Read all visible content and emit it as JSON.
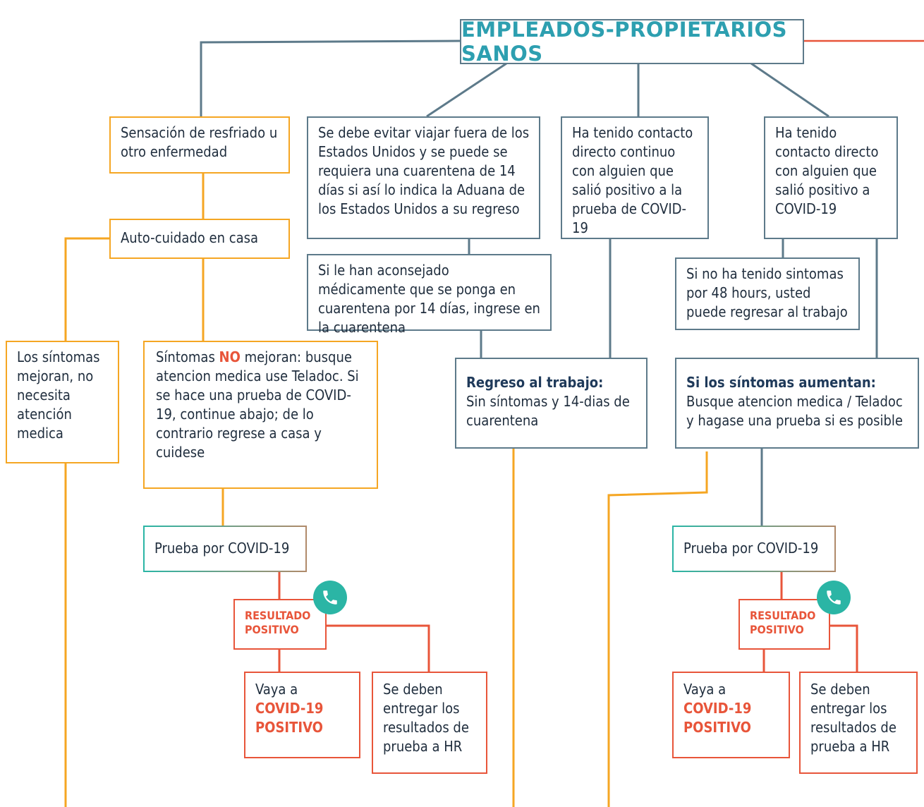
{
  "title": "EMPLEADOS-PROPIETARIOS SANOS",
  "nodes": {
    "resfriado": "Sensación de resfriado u otro enfermedad",
    "autocuidado": "Auto-cuidado en casa",
    "mejoran": "Los síntomas mejoran, no necesita atención medica",
    "no_mejoran_pre": "Síntomas ",
    "no_mejoran_no": "NO",
    "no_mejoran_post": " mejoran: busque atencion medica use Teladoc. Si se hace una prueba de COVID-19, continue abajo; de lo contrario regrese a casa y cuidese",
    "viajar": "Se debe evitar viajar fuera de los Estados Unidos y se puede se requiera una cuarentena de 14 días si así lo indica la Aduana de los Estados Unidos a su regreso",
    "aconsejado": "Si le han aconsejado médicamente que se ponga en cuarentena por 14 días, ingrese en la cuarentena",
    "contacto_continuo": "Ha tenido contacto directo continuo con alguien que salió positivo a la prueba de COVID-19",
    "contacto_directo": "Ha tenido contacto directo con alguien que salió positivo a COVID-19",
    "sin_sintomas_48": "Si no ha tenido sintomas por 48 hours, usted puede regresar al trabajo",
    "regreso_title": "Regreso al trabajo:",
    "regreso_body": "Sin síntomas y 14-dias de cuarentena",
    "aumentan_title": "Si los síntomas aumentan:",
    "aumentan_body": "Busque atencion medica / Teladoc y hagase una prueba si es posible",
    "prueba_left": "Prueba por COVID-19",
    "prueba_right": "Prueba por COVID-19",
    "resultado_l1": "RESULTADO",
    "resultado_l2": "POSITIVO",
    "vaya_a": "Vaya a",
    "covid_pos_1": "COVID-19",
    "covid_pos_2": "POSITIVO",
    "entregar": "Se deben entregar los resultados de prueba a HR"
  },
  "icons": [
    "phone-icon"
  ],
  "colors": {
    "orange": "#f5a623",
    "slate": "#5d7a8a",
    "red": "#e8553a",
    "teal": "#2bb5a5",
    "title": "#2d9fb0"
  }
}
